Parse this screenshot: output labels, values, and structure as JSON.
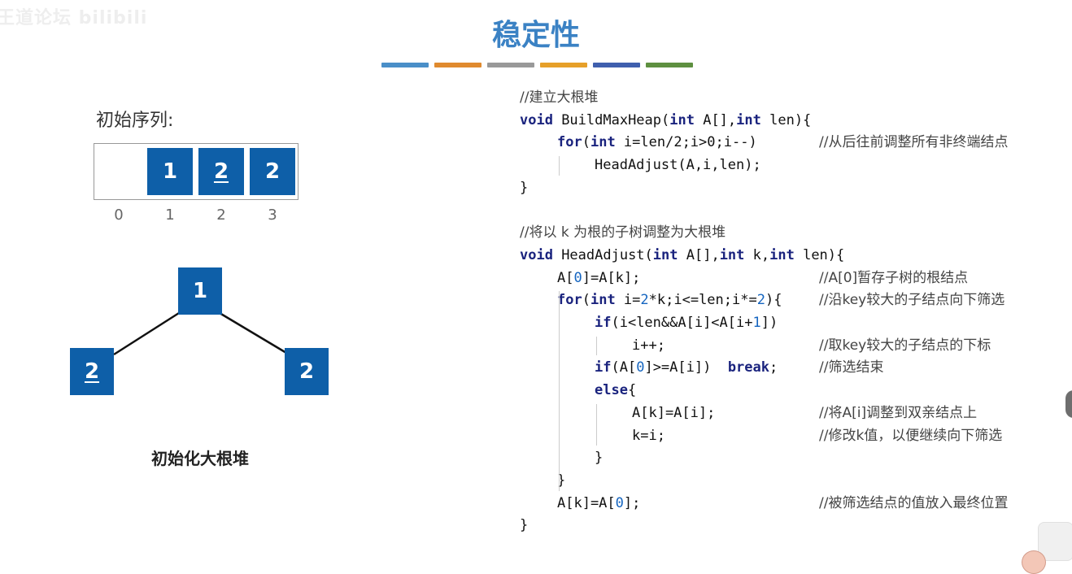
{
  "watermark": "王道论坛 bilibili",
  "title": "稳定性",
  "stripes": [
    "#4a8fc8",
    "#e08a2e",
    "#999999",
    "#e6a029",
    "#3f5fae",
    "#5e9040"
  ],
  "left_panel": {
    "sequence_label": "初始序列:",
    "array_cells": [
      {
        "value": "",
        "index": "0"
      },
      {
        "value": "1",
        "index": "1"
      },
      {
        "value": "2",
        "index": "2",
        "underlined": true
      },
      {
        "value": "2",
        "index": "3"
      }
    ],
    "tree": {
      "root": "1",
      "left": "2",
      "right": "2"
    },
    "caption": "初始化大根堆"
  },
  "code_lines": [
    {
      "indent": 0,
      "code": "//建立大根堆",
      "comment": ""
    },
    {
      "indent": 0,
      "code": "void BuildMaxHeap(int A[],int len){",
      "comment": ""
    },
    {
      "indent": 1,
      "code": "for(int i=len/2;i>0;i--)",
      "comment": "//从后往前调整所有非终端结点"
    },
    {
      "indent": 2,
      "code": "HeadAdjust(A,i,len);",
      "comment": ""
    },
    {
      "indent": 0,
      "code": "}",
      "comment": ""
    },
    {
      "indent": 0,
      "code": "",
      "comment": ""
    },
    {
      "indent": 0,
      "code": "//将以 k 为根的子树调整为大根堆",
      "comment": ""
    },
    {
      "indent": 0,
      "code": "void HeadAdjust(int A[],int k,int len){",
      "comment": ""
    },
    {
      "indent": 1,
      "code": "A[0]=A[k];",
      "comment": "//A[0]暂存子树的根结点"
    },
    {
      "indent": 1,
      "code": "for(int i=2*k;i<=len;i*=2){",
      "comment": "//沿key较大的子结点向下筛选"
    },
    {
      "indent": 2,
      "code": "if(i<len&&A[i]<A[i+1])",
      "comment": ""
    },
    {
      "indent": 3,
      "code": "i++;",
      "comment": "//取key较大的子结点的下标"
    },
    {
      "indent": 2,
      "code": "if(A[0]>=A[i])  break;",
      "comment": "//筛选结束"
    },
    {
      "indent": 2,
      "code": "else{",
      "comment": ""
    },
    {
      "indent": 3,
      "code": "A[k]=A[i];",
      "comment": "//将A[i]调整到双亲结点上"
    },
    {
      "indent": 3,
      "code": "k=i;",
      "comment": "//修改k值，以便继续向下筛选"
    },
    {
      "indent": 2,
      "code": "}",
      "comment": ""
    },
    {
      "indent": 1,
      "code": "}",
      "comment": ""
    },
    {
      "indent": 1,
      "code": "A[k]=A[0];",
      "comment": "//被筛选结点的值放入最终位置"
    },
    {
      "indent": 0,
      "code": "}",
      "comment": ""
    }
  ]
}
